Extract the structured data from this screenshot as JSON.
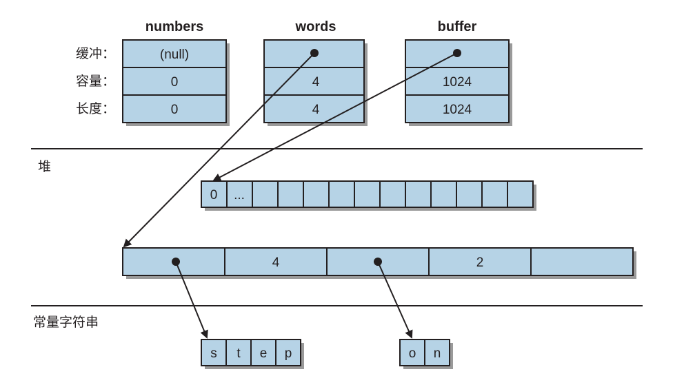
{
  "vectors": [
    {
      "name": "numbers",
      "buffer": "(null)",
      "capacity": "0",
      "length": "0"
    },
    {
      "name": "words",
      "buffer": "",
      "capacity": "4",
      "length": "4"
    },
    {
      "name": "buffer",
      "buffer": "",
      "capacity": "1024",
      "length": "1024"
    }
  ],
  "row_labels": [
    "缓冲：",
    "容量：",
    "长度："
  ],
  "sections": {
    "heap": "堆",
    "static": "常量字符串"
  },
  "heap_buffer": {
    "first": "0",
    "second": "..."
  },
  "words_array": [
    "",
    "4",
    "",
    "2",
    ""
  ],
  "strings": [
    [
      "s",
      "t",
      "e",
      "p"
    ],
    [
      "o",
      "n"
    ]
  ],
  "colors": {
    "cell_fill": "#b6d3e6",
    "stroke": "#231f20",
    "shadow": "#9a9a9a"
  }
}
